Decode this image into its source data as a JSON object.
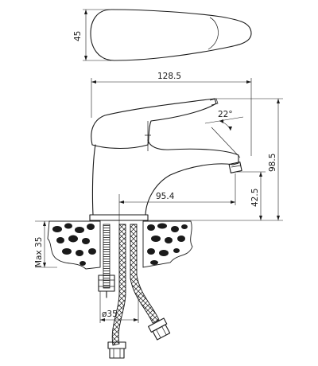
{
  "drawing": {
    "dimensions": {
      "handle_width": "45",
      "overall_length": "128.5",
      "handle_angle": "22°",
      "overall_height": "98.5",
      "spout_reach": "95.4",
      "spout_height": "42.5",
      "max_counter_thickness": "Max 35",
      "mounting_diameter": "ø35"
    }
  }
}
